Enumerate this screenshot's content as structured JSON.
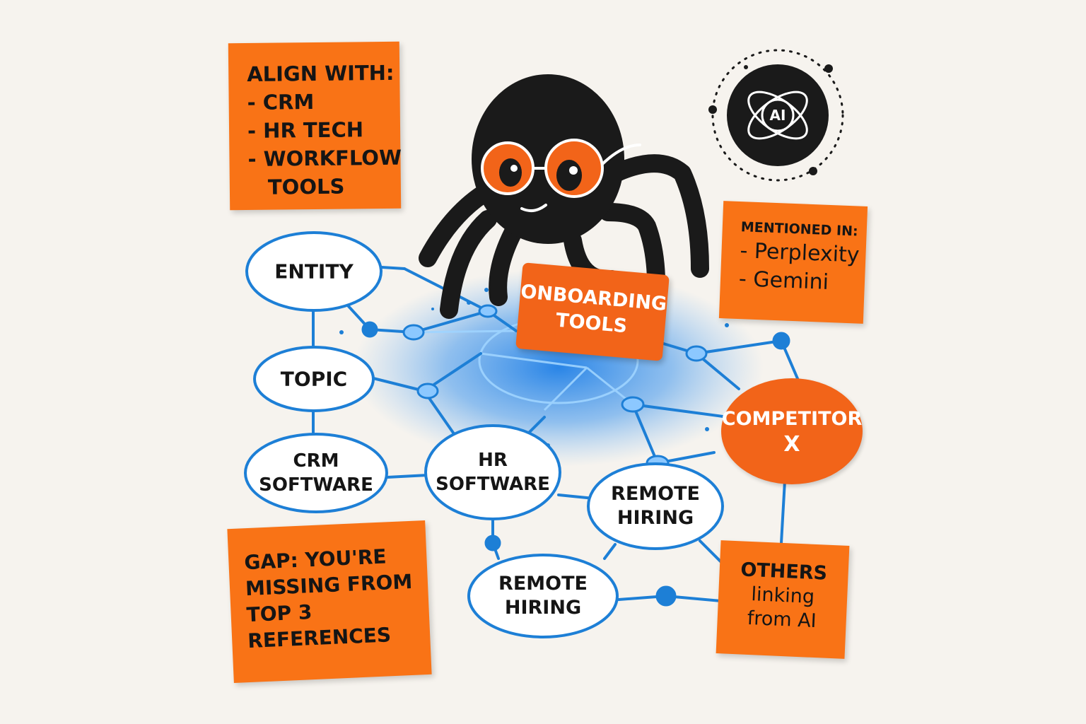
{
  "align_note": {
    "title": "ALIGN WITH:",
    "items": [
      "- CRM",
      "- HR TECH",
      "- WORKFLOW"
    ],
    "items_cont": "TOOLS"
  },
  "mentioned_note": {
    "title": "MENTIONED IN:",
    "items": [
      "- Perplexity",
      "- Gemini"
    ]
  },
  "gap_note": {
    "lines": [
      "GAP: YOU'RE",
      "MISSING FROM",
      "TOP 3",
      "REFERENCES"
    ]
  },
  "others_note": {
    "lines": [
      "OTHERS",
      "linking",
      "from AI"
    ]
  },
  "ai_badge": {
    "label": "AI"
  },
  "focus_card": {
    "lines": [
      "ONBOARDING",
      "TOOLS"
    ]
  },
  "competitor": {
    "line1": "COMPETITOR",
    "line2": "X"
  },
  "nodes": {
    "entity": [
      "ENTITY"
    ],
    "topic": [
      "TOPIC"
    ],
    "crm": [
      "CRM",
      "SOFTWARE"
    ],
    "hr": [
      "HR",
      "SOFTWARE"
    ],
    "remote1": [
      "REMOTE",
      "HIRING"
    ],
    "remote2": [
      "REMOTE",
      "HIRING"
    ]
  },
  "colors": {
    "note_orange": "#f97316",
    "accent_orange": "#f26419",
    "network_blue": "#1d7fd6",
    "glow_blue": "#2f8ff0",
    "spider_black": "#1a1a1a",
    "background": "#f6f3ee"
  }
}
